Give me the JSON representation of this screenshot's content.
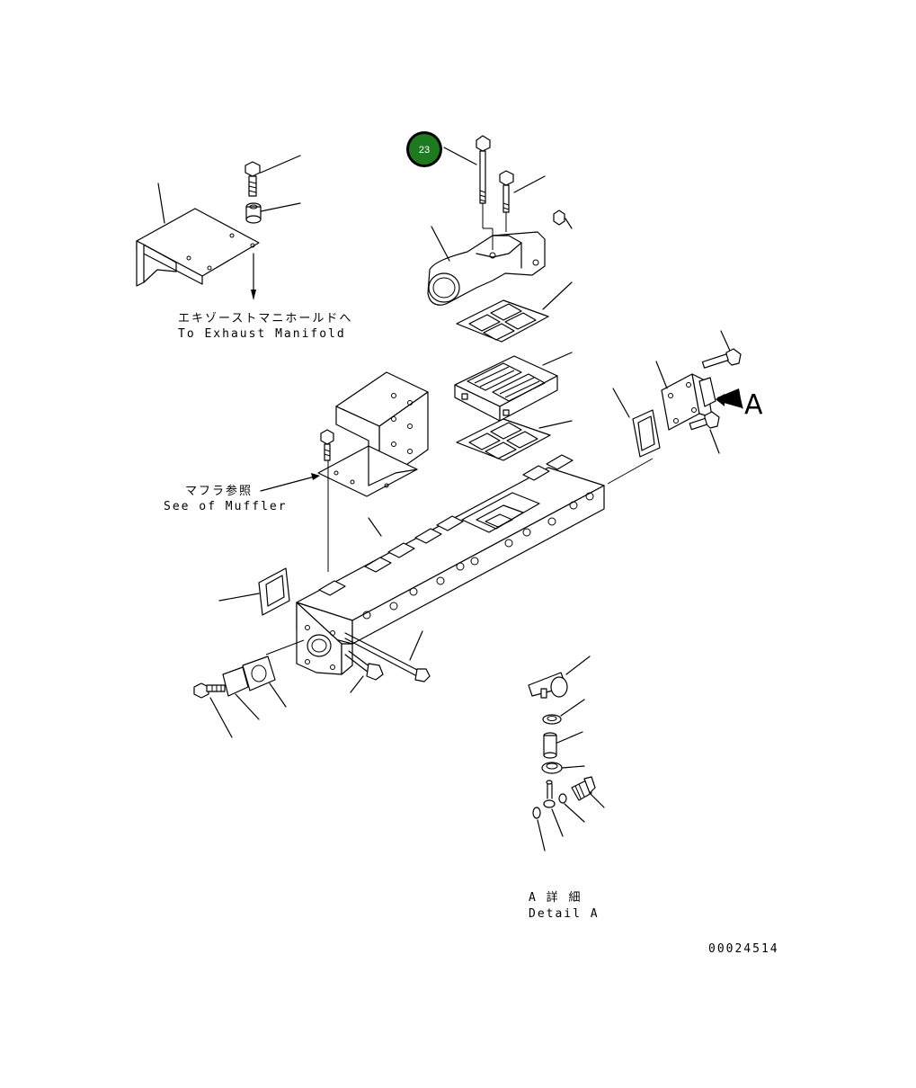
{
  "labels": {
    "exhaust_jp": "エキゾーストマニホールドへ",
    "exhaust_en": "To Exhaust Manifold",
    "muffler_jp": "マフラ参照",
    "muffler_en": "See of Muffler",
    "detail_jp": "A 詳 細",
    "detail_en": "Detail A",
    "view_letter": "A",
    "drawing_no": "00024514"
  },
  "callout": {
    "number": "23",
    "color": "#1e7a1e"
  }
}
